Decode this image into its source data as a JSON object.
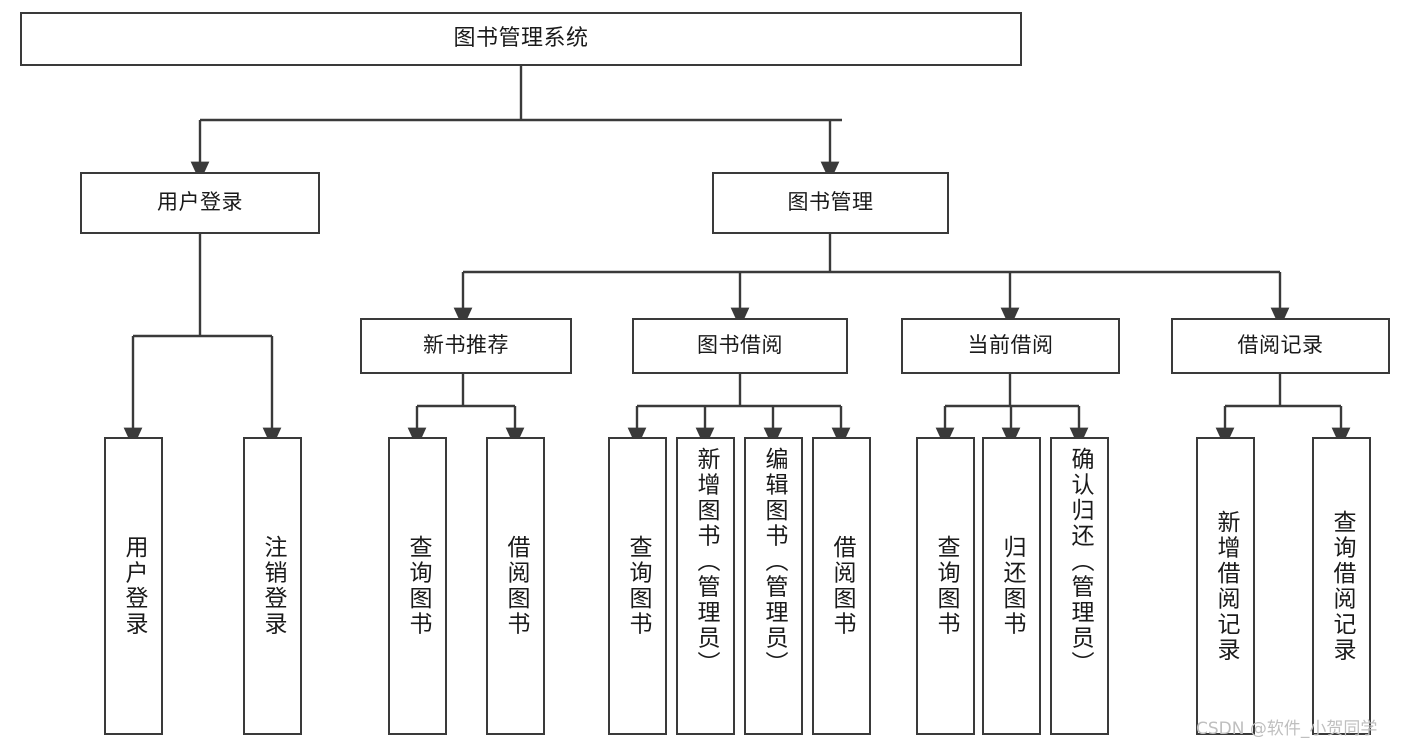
{
  "diagram": {
    "title": "图书管理系统",
    "type": "hierarchy-tree",
    "levels": 4,
    "stroke_color": "#3a3a3a",
    "fill_color": "#ffffff",
    "text_color": "#1a1a1a"
  },
  "nodes": {
    "root": {
      "label": "图书管理系统"
    },
    "level2": [
      {
        "label": "用户登录"
      },
      {
        "label": "图书管理"
      }
    ],
    "level3": [
      {
        "label": "新书推荐"
      },
      {
        "label": "图书借阅"
      },
      {
        "label": "当前借阅"
      },
      {
        "label": "借阅记录"
      }
    ],
    "leaves_login": [
      {
        "label": "用户登录"
      },
      {
        "label": "注销登录"
      }
    ],
    "leaves_newbook": [
      {
        "label": "查询图书"
      },
      {
        "label": "借阅图书"
      }
    ],
    "leaves_borrow": [
      {
        "label": "查询图书"
      },
      {
        "label": "新增图书（管理员）"
      },
      {
        "label": "编辑图书（管理员）"
      },
      {
        "label": "借阅图书"
      }
    ],
    "leaves_current": [
      {
        "label": "查询图书"
      },
      {
        "label": "归还图书"
      },
      {
        "label": "确认归还（管理员）"
      }
    ],
    "leaves_records": [
      {
        "label": "新增借阅记录"
      },
      {
        "label": "查询借阅记录"
      }
    ]
  },
  "watermark": {
    "text": "CSDN @软件_小贺同学",
    "color": "#bfbfbf"
  }
}
